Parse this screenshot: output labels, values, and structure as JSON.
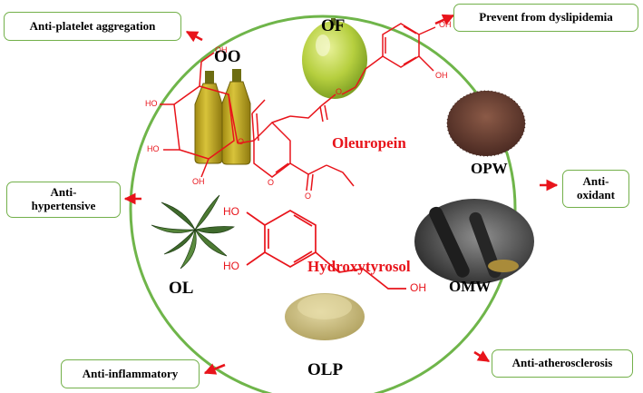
{
  "effects": {
    "anti_platelet": "Anti-platelet aggregation",
    "dyslipidemia": "Prevent from dyslipidemia",
    "hypertensive": "Anti-hypertensive",
    "antioxidant": "Anti-oxidant",
    "inflammatory": "Anti-inflammatory",
    "atherosclerosis": "Anti-atherosclerosis"
  },
  "sources": {
    "of": "OF",
    "oo": "OO",
    "opw": "OPW",
    "omw": "OMW",
    "ol": "OL",
    "olp": "OLP"
  },
  "compounds": {
    "oleuropein": "Oleuropein",
    "hydroxytyrosol": "Hydroxytyrosol"
  },
  "atoms": {
    "oh": "OH",
    "ho": "HO",
    "o": "O"
  },
  "colors": {
    "circle": "#6fb54a",
    "box_border": "#73b04a",
    "arrow": "#e8141b",
    "structure": "#e8141b",
    "highlight": "#e8141b"
  }
}
